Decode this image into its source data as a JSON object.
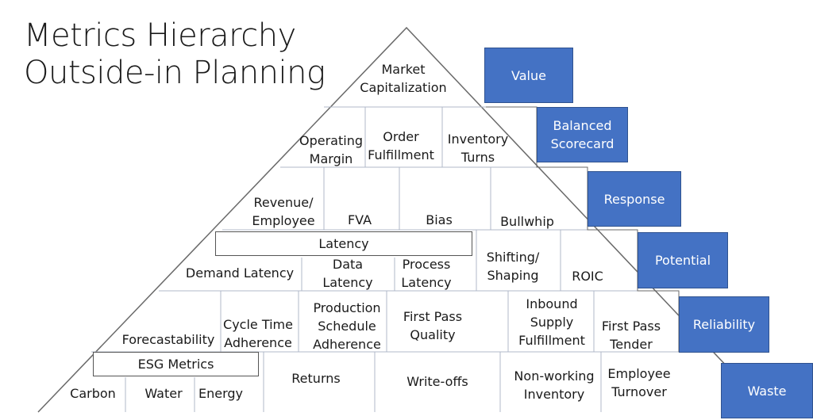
{
  "title": "Metrics Hierarchy\nOutside-in Planning",
  "title_line1": "Metrics Hierarchy",
  "title_line2": "Outside-in Planning",
  "levels": {
    "top": "Market\nCapitalization",
    "row2": [
      "Operating\nMargin",
      "Order\nFulfillment",
      "Inventory\nTurns"
    ],
    "row3": [
      "Revenue/\nEmployee",
      "FVA",
      "Bias",
      "Bullwhip"
    ],
    "row4": {
      "group": "Latency",
      "items": [
        "Demand Latency",
        "Data\nLatency",
        "Process\nLatency",
        "Shifting/\nShaping",
        "ROIC"
      ]
    },
    "row5": [
      "Forecastability",
      "Cycle Time\nAdherence",
      "Production\nSchedule\nAdherence",
      "First Pass\nQuality",
      "Inbound\nSupply\nFulfillment",
      "First Pass\nTender"
    ],
    "row6": {
      "group": "ESG Metrics",
      "items": [
        "Carbon",
        "Water",
        "Energy",
        "Returns",
        "Write-offs",
        "Non-working\nInventory",
        "Employee\nTurnover"
      ]
    }
  },
  "tags": [
    "Value",
    "Balanced\nScorecard",
    "Response",
    "Potential",
    "Reliability",
    "Waste"
  ],
  "colors": {
    "tag_fill": "#4472c4",
    "tag_border": "#2f528f",
    "line": "#6a6a6a",
    "rule": "#b0b8c8"
  }
}
